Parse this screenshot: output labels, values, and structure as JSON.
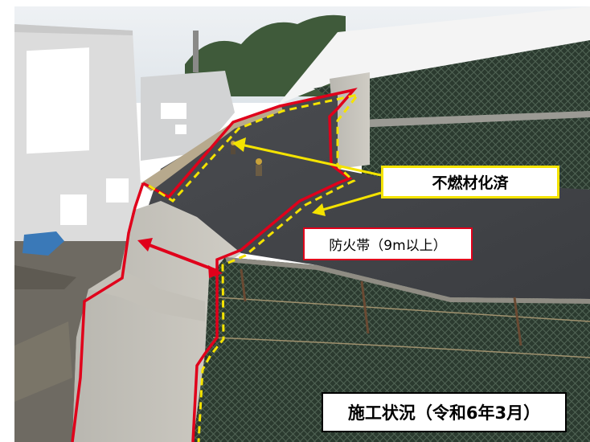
{
  "annotations": {
    "nonflammable_label": "不燃材化済",
    "firebreak_label": "防火帯（9m以上）",
    "status_label": "施工状況（令和6年3月）"
  },
  "colors": {
    "firebreak_line": "#e0001b",
    "nonflammable_line": "#f4e300",
    "arrow_red": "#e0001b",
    "arrow_yellow": "#f4e300"
  }
}
